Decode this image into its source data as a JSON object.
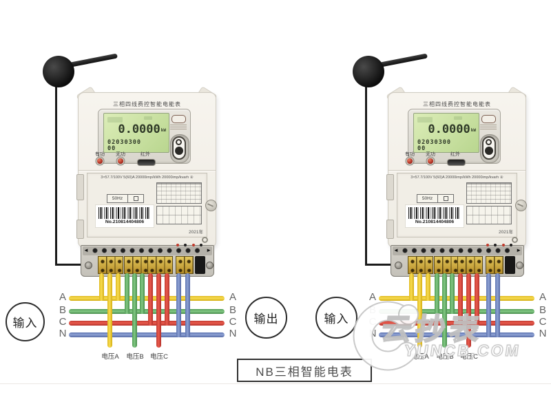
{
  "meters": [
    {
      "title": "三相四线费控智能电能表",
      "lcd": {
        "value": "0.0000",
        "unit": "kW",
        "code1": "02030300",
        "code2": "00"
      },
      "leds": {
        "active": "有功",
        "reactive": "无功",
        "infrared": "红外"
      },
      "nameplate": {
        "spec": "3×57.7/100V  5(60)A  20000imp/kWh  20000imp/kvarh ②",
        "frequency": "50Hz",
        "serial": "No.210814404806",
        "year": "2021年"
      }
    },
    {
      "title": "三相四线费控智能电能表",
      "lcd": {
        "value": "0.0000",
        "unit": "kW",
        "code1": "02030300",
        "code2": "00"
      },
      "leds": {
        "active": "有功",
        "reactive": "无功",
        "infrared": "红外"
      },
      "nameplate": {
        "spec": "3×57.7/100V  5(60)A  20000imp/kWh  20000imp/kvarh ②",
        "frequency": "50Hz",
        "serial": "No.210814404806",
        "year": "2021年"
      }
    }
  ],
  "wiring": {
    "bus_labels": [
      "A",
      "B",
      "C",
      "N"
    ],
    "bus_colors": {
      "A": "#f2cf3a",
      "B": "#6ab06b",
      "C": "#d9453a",
      "N": "#7287c1"
    },
    "voltage_labels": [
      "电压A",
      "电压B",
      "电压C"
    ]
  },
  "badges": {
    "input_left": "输入",
    "output": "输出",
    "input_right": "输入"
  },
  "caption": "NB三相智能电表",
  "icons": {
    "arrow_left": "◄",
    "arrow_right": "►"
  },
  "watermark": {
    "brand": "云抄表",
    "domain": "YUNCB.COM"
  }
}
